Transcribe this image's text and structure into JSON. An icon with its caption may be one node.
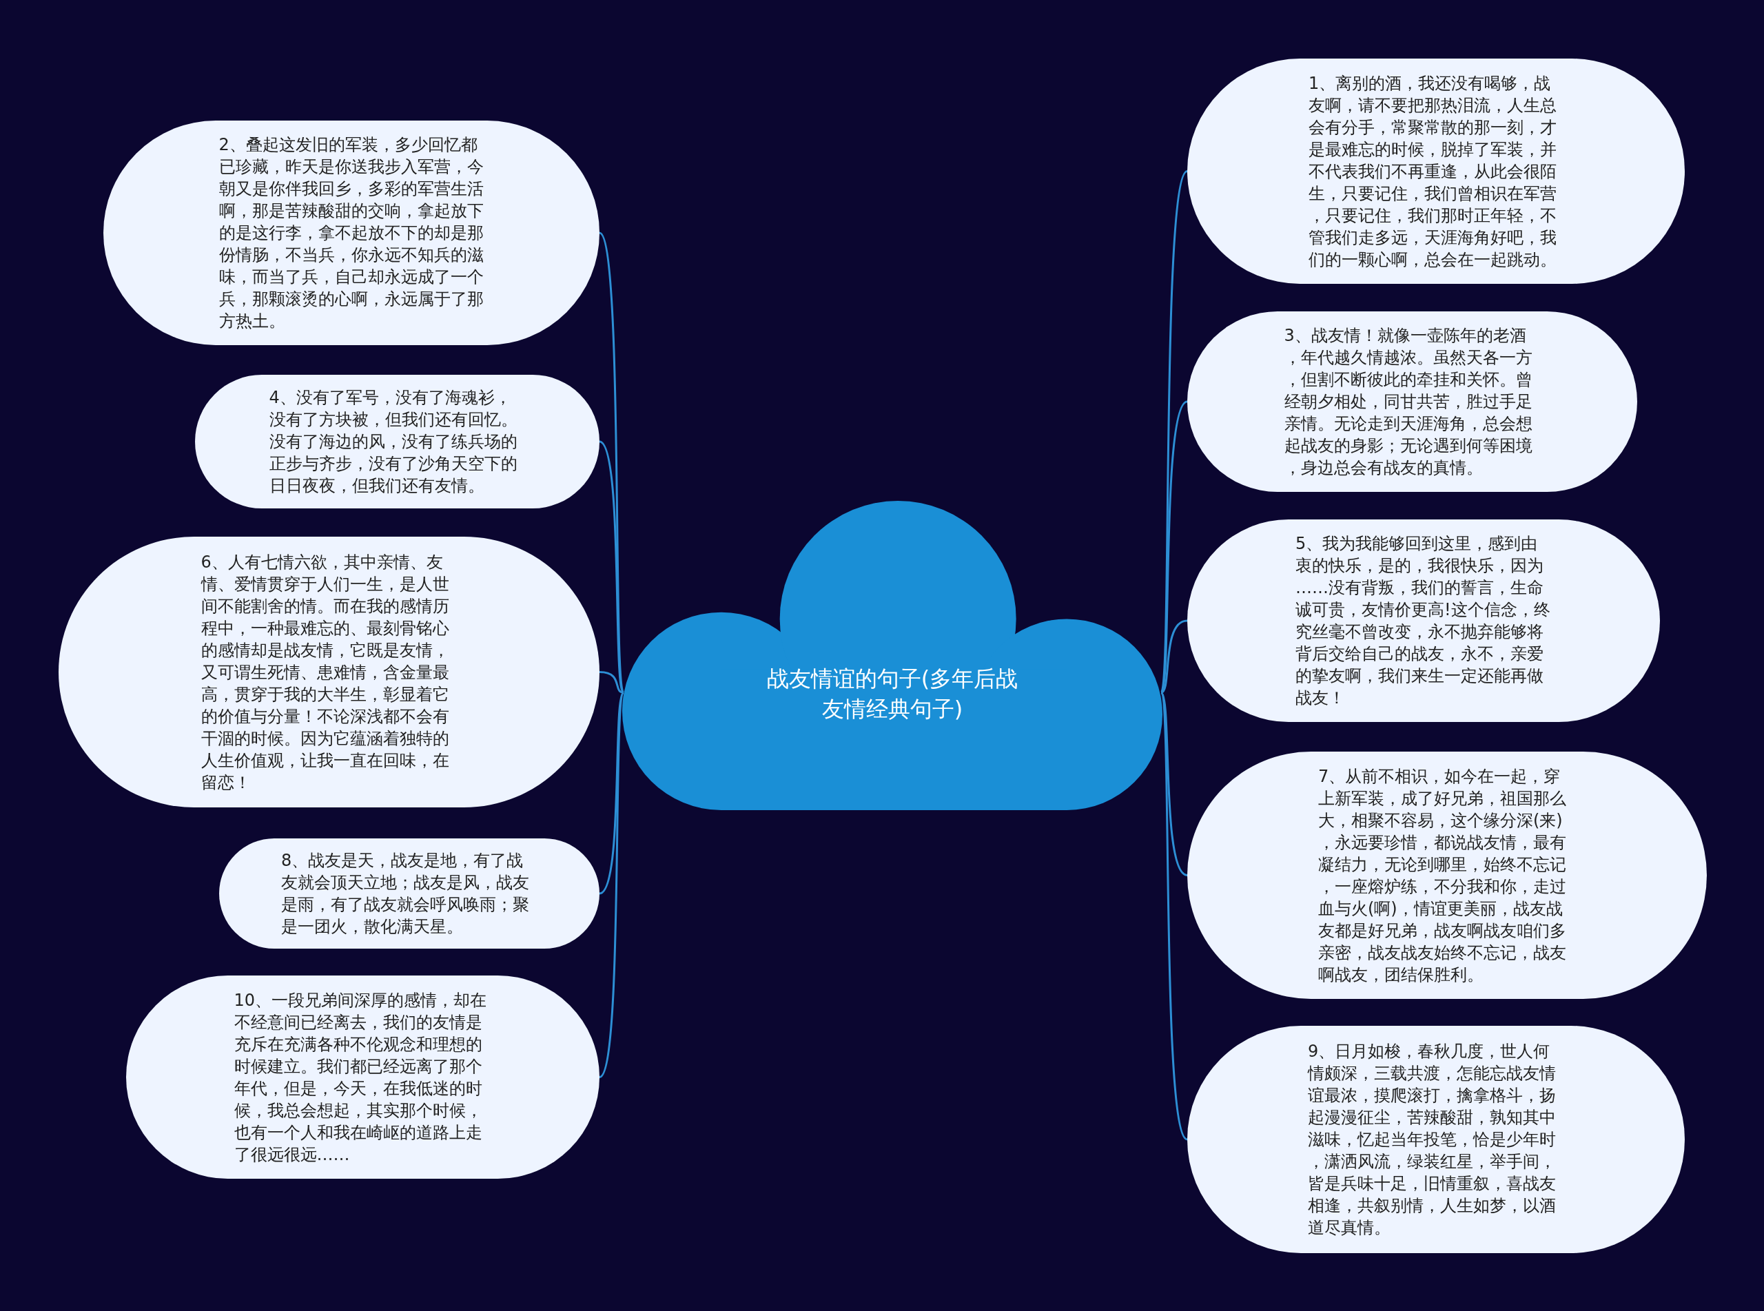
{
  "diagram": {
    "nodes": [
      {
        "text": [
          "战友情谊的句子(多年后战友情经典句子)"
        ]
      },
      {
        "text": [
          "1、离别的酒，我还没有喝够，战友啊，请不要把那热泪流，人生总会有分手，常聚常散的那一刻，才是最难忘的时候，脱掉了军装，并不代表我们不再重逢，从此会很陌生，只要记住，我们曾相识在军营，只要记住，我们那时正年轻，不管我们走多远，天涯海角好吧，我们的一颗心啊，总会在一起跳动。"
        ]
      },
      {
        "text": [
          "2、叠起这发旧的军装，多少回忆都已珍藏，昨天是你送我步入军营，今朝又是你伴我回乡，多彩的军营生活啊，那是苦辣酸甜的交响，拿起放下的是这行李，拿不起放不下的却是那份情肠，不当兵，你永远不知兵的滋味，而当了兵，自己却永远成了一个兵，那颗滚烫的心啊，永远属于了那方热土。"
        ]
      },
      {
        "text": [
          "3、战友情！就像一壶陈年的老酒，年代越久情越浓。虽然天各一方，但割不断彼此的牵挂和关怀。曾经朝夕相处，同甘共苦，胜过手足亲情。无论走到天涯海角，总会想起战友的身影；无论遇到何等困境，身边总会有战友的真情。"
        ]
      },
      {
        "text": [
          "4、没有了军号，没有了海魂衫，没有了方块被，但我们还有回忆。没有了海边的风，没有了练兵场的正步与齐步，没有了沙角天空下的日日夜夜，但我们还有友情。"
        ]
      },
      {
        "text": [
          "5、我为我能够回到这里，感到由衷的快乐，是的，我很快乐，因为……没有背叛，我们的誓言，生命诚可贵，友情价更高!这个信念，终究丝毫不曾改变，永不抛弃能够将背后交给自己的战友，永不，亲爱的挚友啊，我们来生一定还能再做战友！"
        ]
      },
      {
        "text": [
          "6、人有七情六欲，其中亲情、友情、爱情贯穿于人们一生，是人世间不能割舍的情。而在我的感情历程中，一种最难忘的、最刻骨铭心的感情却是战友情，它既是友情，又可谓生死情、患难情，含金量最高，贯穿于我的大半生，彰显着它的价值与分量！不论深浅都不会有干涸的时候。因为它蕴涵着独特的人生价值观，让我一直在回味，在留恋！"
        ]
      },
      {
        "text": [
          "7、从前不相识，如今在一起，穿上新军装，成了好兄弟，祖国那么大，相聚不容易，这个缘分深(来)，永远要珍惜，都说战友情，最有凝结力，无论到哪里，始终不忘记，一座熔炉练，不分我和你，走过血与火(啊)，情谊更美丽，战友战友都是好兄弟，战友啊战友咱们多亲密，战友战友始终不忘记，战友啊战友，团结保胜利。"
        ]
      },
      {
        "text": [
          "8、战友是天，战友是地，有了战友就会顶天立地；战友是风，战友是雨，有了战友就会呼风唤雨；聚是一团火，散化满天星。"
        ]
      },
      {
        "text": [
          "9、日月如梭，春秋几度，世人何情颇深，三载共渡，怎能忘战友情谊最浓，摸爬滚打，擒拿格斗，扬起漫漫征尘，苦辣酸甜，孰知其中滋味，忆起当年投笔，恰是少年时，潇洒风流，绿装红星，举手间，皆是兵味十足，旧情重叙，喜战友相逢，共叙别情，人生如梦，以酒道尽真情。"
        ]
      },
      {
        "text": [
          "10、一段兄弟间深厚的感情，却在不经意间已经离去，我们的友情是充斥在充满各种不伦观念和理想的时候建立。我们都已经远离了那个年代，但是，今天，在我低迷的时候，我总会想起，其实那个时候，也有一个人和我在崎岖的道路上走了很远很远……"
        ]
      }
    ],
    "edges": [
      {
        "from": 0,
        "to": 1,
        "arrow": "none"
      },
      {
        "from": 0,
        "to": 2,
        "arrow": "none"
      },
      {
        "from": 0,
        "to": 3,
        "arrow": "none"
      },
      {
        "from": 0,
        "to": 4,
        "arrow": "none"
      },
      {
        "from": 0,
        "to": 5,
        "arrow": "none"
      },
      {
        "from": 0,
        "to": 6,
        "arrow": "none"
      },
      {
        "from": 0,
        "to": 7,
        "arrow": "none"
      },
      {
        "from": 0,
        "to": 8,
        "arrow": "none"
      },
      {
        "from": 0,
        "to": 9,
        "arrow": "none"
      },
      {
        "from": 0,
        "to": 10,
        "arrow": "none"
      }
    ]
  }
}
